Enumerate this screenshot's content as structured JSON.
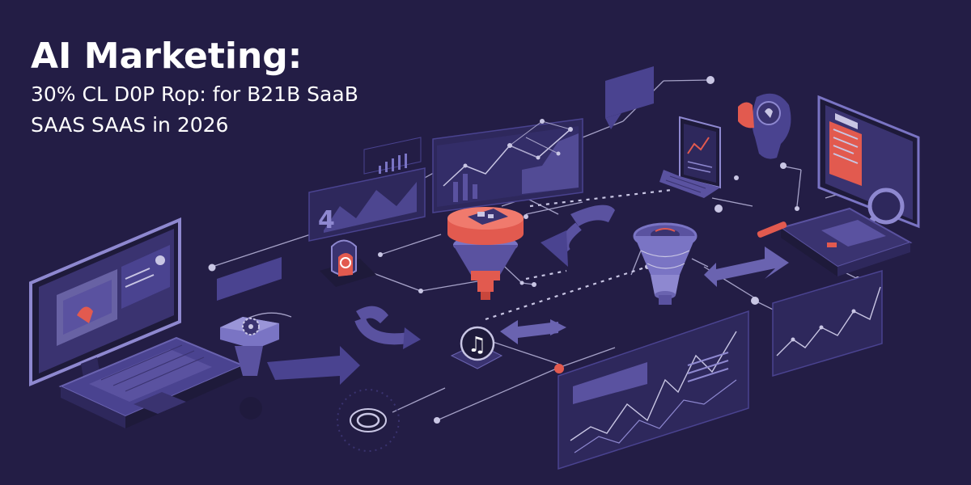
{
  "headline": {
    "title": "AI Marketing:",
    "line1": "30% CL D0P Rop:  for B21B SaaB",
    "line2": "SAAS SAAS in 2026"
  },
  "panel_numeral": "4",
  "icon_names": [
    "laptop-icon",
    "monitor-icon",
    "funnel-icon",
    "gear-icon",
    "music-note-icon",
    "lightbulb-icon",
    "speech-bubble-icon",
    "magnifier-icon",
    "line-chart-icon",
    "bar-chart-icon",
    "arrow-icon",
    "target-icon",
    "pen-icon"
  ],
  "colors": {
    "background": "#231d45",
    "panel": "#3a3370",
    "panel_light": "#5a52a0",
    "device_dark": "#1e1a3a",
    "accent_red": "#e25a4f",
    "line": "#a6a2c8",
    "dot": "#c9c6e4"
  }
}
